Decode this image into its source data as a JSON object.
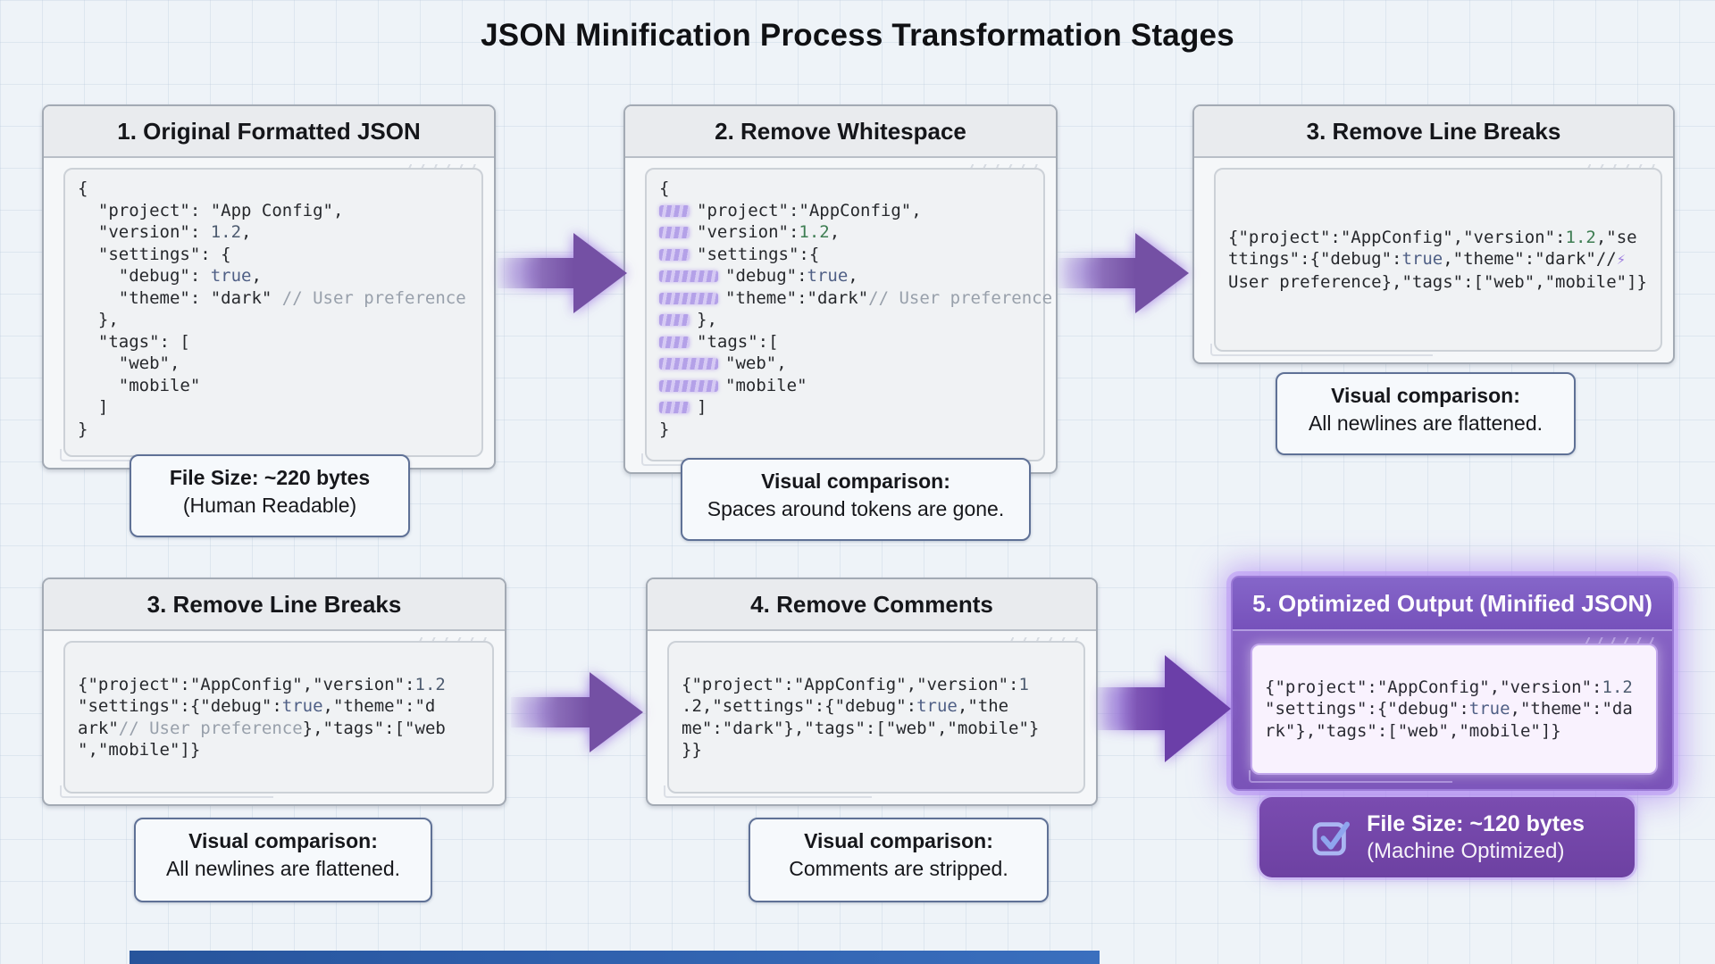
{
  "title": "JSON Minification Process Transformation Stages",
  "colors": {
    "background": "#eef3f8",
    "panel_border": "#a3aab4",
    "panel_header_bg": "#e9ebee",
    "caption_border": "#5f7196",
    "arrow_purple": "#7450a4",
    "arrow_strong_purple": "#6b3fa8",
    "optimized_panel_purple": "#8a67c8",
    "badge_purple": "#7244a6",
    "whitespace_highlight_lavender": "#b4a1e8",
    "comment_gray": "#98a0ab",
    "boolean_navy": "#4f5f85",
    "number_green": "#3e7d52",
    "code_text": "#26282c",
    "bottom_bar_blue": "#2e5fa8"
  },
  "panels": [
    {
      "header": "1. Original Formatted JSON",
      "code": [
        [
          [
            "pl",
            "{"
          ]
        ],
        [
          [
            "pl",
            "  \"project\": \"App Config\","
          ]
        ],
        [
          [
            "pl",
            "  \"version\": "
          ],
          [
            "num",
            "1.2"
          ],
          [
            "pl",
            ","
          ]
        ],
        [
          [
            "pl",
            "  \"settings\": {"
          ]
        ],
        [
          [
            "pl",
            "    \"debug\": "
          ],
          [
            "bool",
            "true"
          ],
          [
            "pl",
            ","
          ]
        ],
        [
          [
            "pl",
            "    \"theme\": \"dark\" "
          ],
          [
            "com",
            "// User preference"
          ]
        ],
        [
          [
            "pl",
            "  },"
          ]
        ],
        [
          [
            "pl",
            "  \"tags\": ["
          ]
        ],
        [
          [
            "pl",
            "    \"web\","
          ]
        ],
        [
          [
            "pl",
            "    \"mobile\""
          ]
        ],
        [
          [
            "pl",
            "  ]"
          ]
        ],
        [
          [
            "pl",
            "}"
          ]
        ]
      ],
      "caption": {
        "bold": "File Size: ~220 bytes",
        "text": "(Human Readable)"
      }
    },
    {
      "header": "2. Remove Whitespace",
      "code": [
        [
          [
            "pl",
            "{"
          ]
        ],
        [
          [
            "hl1",
            ""
          ],
          [
            "pl",
            "\"project\":\"AppConfig\","
          ]
        ],
        [
          [
            "hl1",
            ""
          ],
          [
            "pl",
            "\"version\":"
          ],
          [
            "grn",
            "1.2"
          ],
          [
            "pl",
            ","
          ]
        ],
        [
          [
            "hl1",
            ""
          ],
          [
            "pl",
            "\"settings\":{"
          ]
        ],
        [
          [
            "hl2",
            ""
          ],
          [
            "pl",
            "\"debug\":"
          ],
          [
            "bool",
            "true"
          ],
          [
            "pl",
            ","
          ]
        ],
        [
          [
            "hl2",
            ""
          ],
          [
            "pl",
            "\"theme\":\"dark\""
          ],
          [
            "com",
            "// User preference"
          ]
        ],
        [
          [
            "hl1",
            ""
          ],
          [
            "pl",
            "},"
          ]
        ],
        [
          [
            "hl1",
            ""
          ],
          [
            "pl",
            "\"tags\":["
          ]
        ],
        [
          [
            "hl2",
            ""
          ],
          [
            "pl",
            "\"web\","
          ]
        ],
        [
          [
            "hl2",
            ""
          ],
          [
            "pl",
            "\"mobile\""
          ]
        ],
        [
          [
            "hl1",
            ""
          ],
          [
            "pl",
            "]"
          ]
        ],
        [
          [
            "pl",
            "}"
          ]
        ]
      ],
      "caption": {
        "bold": "Visual comparison:",
        "text": "Spaces around tokens are gone."
      }
    },
    {
      "header": "3. Remove Line Breaks",
      "code": [
        [
          [
            "pl",
            "{\"project\":\"AppConfig\",\"version\":"
          ],
          [
            "grn",
            "1.2"
          ],
          [
            "pl",
            ",\"se"
          ]
        ],
        [
          [
            "pl",
            "ttings\":{\"debug\":"
          ],
          [
            "bool",
            "true"
          ],
          [
            "pl",
            ",\"theme\":\"dark\"//"
          ],
          [
            "zap",
            "⚡"
          ]
        ],
        [
          [
            "pl",
            "User preference},\"tags\":[\"web\",\"mobile\"]}"
          ]
        ]
      ],
      "caption": {
        "bold": "Visual comparison:",
        "text": "All newlines are flattened."
      }
    },
    {
      "header": "3. Remove Line Breaks",
      "code": [
        [
          [
            "pl",
            "{\"project\":\"AppConfig\",\"version\":"
          ],
          [
            "num",
            "1.2"
          ]
        ],
        [
          [
            "pl",
            "\"settings\":{\"debug\":"
          ],
          [
            "bool",
            "true"
          ],
          [
            "pl",
            ",\"theme\":\"d"
          ]
        ],
        [
          [
            "pl",
            "ark\""
          ],
          [
            "com",
            "// User preference"
          ],
          [
            "pl",
            "},\"tags\":[\"web"
          ]
        ],
        [
          [
            "pl",
            "\",\"mobile\"]}"
          ]
        ]
      ],
      "caption": {
        "bold": "Visual comparison:",
        "text": "All newlines are flattened."
      }
    },
    {
      "header": "4. Remove Comments",
      "code": [
        [
          [
            "pl",
            "{\"project\":\"AppConfig\",\"version\":"
          ],
          [
            "num",
            "1"
          ]
        ],
        [
          [
            "pl",
            ".2,\"settings\":{\"debug\":"
          ],
          [
            "bool",
            "true"
          ],
          [
            "pl",
            ",\"the"
          ]
        ],
        [
          [
            "pl",
            "me\":\"dark\"},\"tags\":[\"web\",\"mobile\"}"
          ]
        ],
        [
          [
            "pl",
            "}}"
          ]
        ]
      ],
      "caption": {
        "bold": "Visual comparison:",
        "text": "Comments are stripped."
      }
    },
    {
      "header": "5. Optimized Output (Minified JSON)",
      "code": [
        [
          [
            "pl",
            "{\"project\":\"AppConfig\",\"version\":"
          ],
          [
            "num",
            "1.2"
          ]
        ],
        [
          [
            "pl",
            "\"settings\":{\"debug\":"
          ],
          [
            "bool",
            "true"
          ],
          [
            "pl",
            ",\"theme\":\"da"
          ]
        ],
        [
          [
            "pl",
            "rk\"},\"tags\":[\"web\",\"mobile\"]}"
          ]
        ]
      ],
      "badge": {
        "icon": "checkbox-check-icon",
        "bold": "File Size: ~120 bytes",
        "text": "(Machine Optimized)"
      }
    }
  ]
}
